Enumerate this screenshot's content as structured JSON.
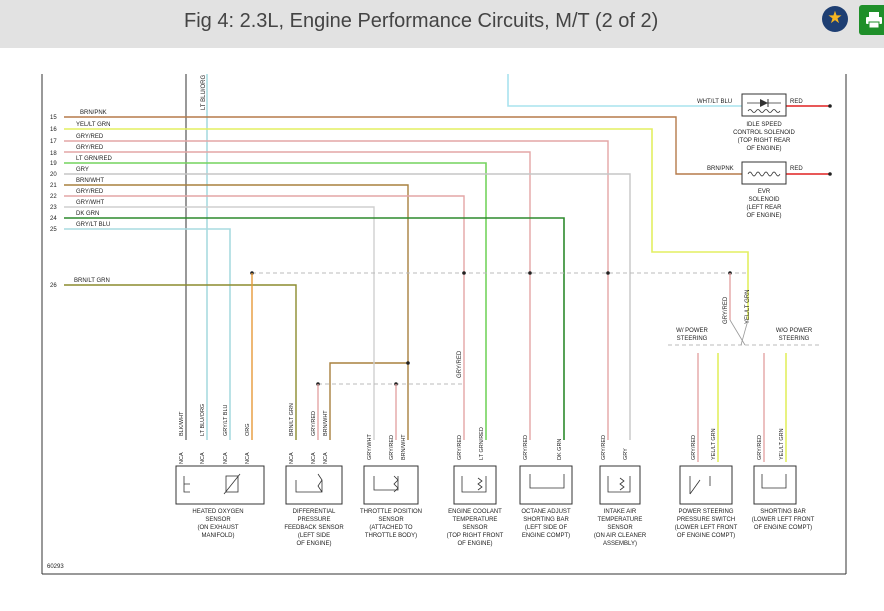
{
  "header": {
    "title": "Fig 4: 2.3L, Engine Performance Circuits, M/T (2 of 2)",
    "favorite_icon": "star-icon",
    "print_icon": "printer-icon"
  },
  "diagram": {
    "figure_code": "60293",
    "colors": {
      "brn_pnk": "#b57a4a",
      "yel_lt_grn": "#e3ef61",
      "gry_red": "#e3a6a6",
      "lt_grn_red": "#74d35e",
      "gry": "#c6c6c6",
      "brn_wht": "#a9813f",
      "dk_grn": "#2d8a2d",
      "gry_lt_blu": "#a9dbe0",
      "brn_lt_grn": "#8c8c2e",
      "org": "#e79a3a",
      "red": "#e02020",
      "wht_lt_blu": "#a9e3ee",
      "blk": "#555555"
    },
    "wires": [
      {
        "num": "15",
        "label": "BRN/PNK"
      },
      {
        "num": "16",
        "label": "YEL/LT GRN"
      },
      {
        "num": "17",
        "label": "GRY/RED"
      },
      {
        "num": "18",
        "label": "GRY/RED"
      },
      {
        "num": "19",
        "label": "LT GRN/RED"
      },
      {
        "num": "20",
        "label": "GRY"
      },
      {
        "num": "21",
        "label": "BRN/WHT"
      },
      {
        "num": "22",
        "label": "GRY/RED"
      },
      {
        "num": "23",
        "label": "GRY/WHT"
      },
      {
        "num": "24",
        "label": "DK GRN"
      },
      {
        "num": "25",
        "label": "GRY/LT BLU"
      },
      {
        "num": "26",
        "label": "BRN/LT GRN"
      }
    ],
    "top_labels": {
      "lt_blu_org": "LT BLU/ORG",
      "wht_lt_blu": "WHT/LT BLU",
      "red1": "RED",
      "brn_pnk": "BRN/PNK",
      "red2": "RED",
      "gry_red_v": "GRY/RED",
      "yel_lt_grn_v": "YEL/LT GRN"
    },
    "idle_solenoid": [
      "IDLE SPEED",
      "CONTROL SOLENOID",
      "(TOP RIGHT REAR",
      "OF ENGINE)"
    ],
    "evr_solenoid": [
      "EVR",
      "SOLENOID",
      "(LEFT REAR",
      "OF ENGINE)"
    ],
    "w_power": [
      "W/ POWER",
      "STEERING"
    ],
    "wo_power": [
      "W/O POWER",
      "STEERING"
    ],
    "pin_labels": {
      "ho2s": [
        "BLK/WHT",
        "LT BLU/ORG",
        "GRY/LT BLU",
        "ORG"
      ],
      "dpfe": [
        "BRN/LT GRN",
        "GRY/RED",
        "BRN/WHT"
      ],
      "tps": [
        "GRY/WHT",
        "GRY/RED",
        "BRN/WHT"
      ],
      "ect": [
        "GRY/RED",
        "LT GRN/RED"
      ],
      "octane": [
        "GRY/RED",
        "DK GRN"
      ],
      "iat": [
        "GRY/RED",
        "GRY"
      ],
      "psps": [
        "GRY/RED",
        "YEL/LT GRN"
      ],
      "shorting": [
        "GRY/RED",
        "YEL/LT GRN"
      ],
      "gry_red_ect_v": "GRY/RED",
      "nca": "NCA"
    },
    "components": {
      "ho2s": [
        "HEATED OXYGEN",
        "SENSOR",
        "(ON EXHAUST",
        "MANIFOLD)"
      ],
      "dpfe": [
        "DIFFERENTIAL",
        "PRESSURE",
        "FEEDBACK SENSOR",
        "(LEFT SIDE",
        "OF ENGINE)"
      ],
      "tps": [
        "THROTTLE POSITION",
        "SENSOR",
        "(ATTACHED TO",
        "THROTTLE BODY)"
      ],
      "ect": [
        "ENGINE COOLANT",
        "TEMPERATURE",
        "SENSOR",
        "(TOP RIGHT FRONT",
        "OF ENGINE)"
      ],
      "octane": [
        "OCTANE ADJUST",
        "SHORTING BAR",
        "(LEFT SIDE OF",
        "ENGINE COMPT)"
      ],
      "iat": [
        "INTAKE AIR",
        "TEMPERATURE",
        "SENSOR",
        "(ON AIR CLEANER",
        "ASSEMBLY)"
      ],
      "psps": [
        "POWER STEERING",
        "PRESSURE SWITCH",
        "(LOWER LEFT FRONT",
        "OF ENGINE COMPT)"
      ],
      "shorting": [
        "SHORTING BAR",
        "(LOWER LEFT FRONT",
        "OF ENGINE COMPT)"
      ]
    }
  }
}
